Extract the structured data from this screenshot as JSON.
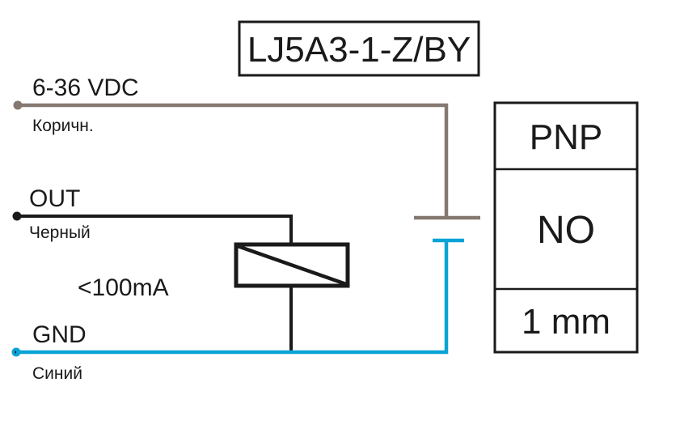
{
  "title": "LJ5A3-1-Z/BY",
  "wires": {
    "power": {
      "label": "6-36 VDC",
      "color_name": "Коричн.",
      "color": "#857870"
    },
    "output": {
      "label": "OUT",
      "color_name": "Черный",
      "color": "#1a1a1a"
    },
    "ground": {
      "label": "GND",
      "color_name": "Синий",
      "color": "#0ba3d6"
    }
  },
  "load": {
    "label": "<100mA"
  },
  "spec_table": {
    "rows": [
      "PNP",
      "NO",
      "1 mm"
    ]
  }
}
